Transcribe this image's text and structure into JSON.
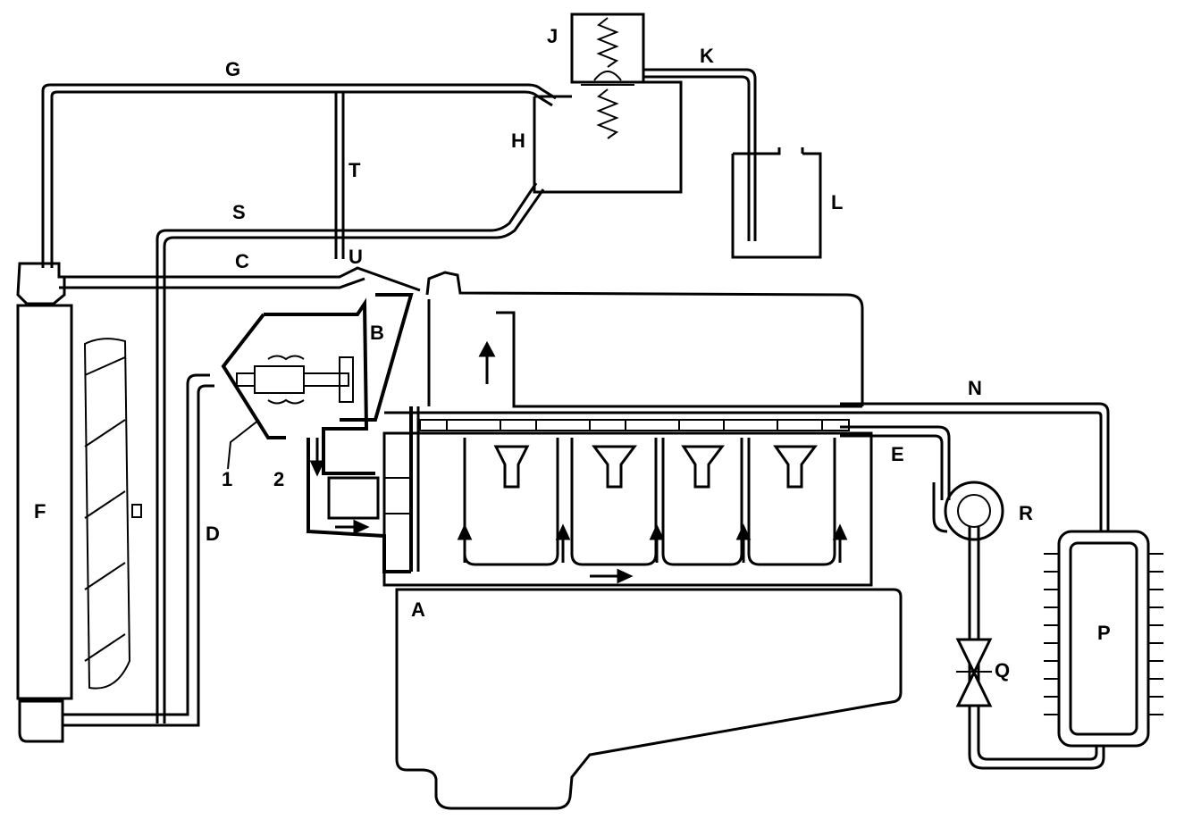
{
  "diagram": {
    "labels": {
      "A": "A",
      "B": "B",
      "C": "C",
      "D": "D",
      "E": "E",
      "F": "F",
      "G": "G",
      "H": "H",
      "J": "J",
      "K": "K",
      "L": "L",
      "N": "N",
      "P": "P",
      "Q": "Q",
      "R": "R",
      "S": "S",
      "T": "T",
      "U": "U",
      "one": "1",
      "two": "2"
    },
    "colors": {
      "ink": "#000000",
      "paper": "#ffffff"
    }
  }
}
